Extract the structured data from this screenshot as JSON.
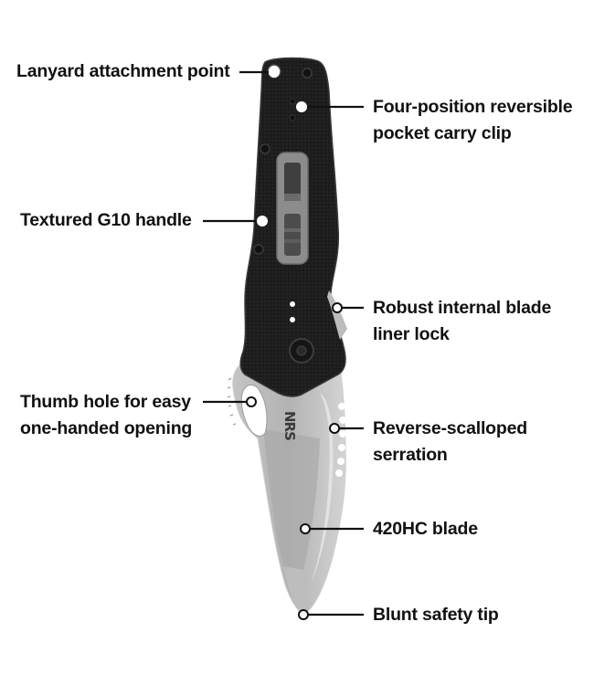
{
  "diagram": {
    "subject": "Folding knife with labeled features",
    "brand_mark": "NRS",
    "colors": {
      "background": "#ffffff",
      "text": "#111111",
      "leader_line": "#111111",
      "handle": "#1c1c1c",
      "handle_edge": "#2e2e2e",
      "clip_insert": "#8a8a8a",
      "blade": "#b9b9b9",
      "blade_edge": "#d8d8d8",
      "blade_shadow": "#a2a2a2"
    },
    "callouts": [
      {
        "id": "lanyard",
        "side": "left",
        "lines": [
          "Lanyard attachment point"
        ]
      },
      {
        "id": "clip",
        "side": "right",
        "lines": [
          "Four-position reversible",
          "pocket carry clip"
        ]
      },
      {
        "id": "handle",
        "side": "left",
        "lines": [
          "Textured G10 handle"
        ]
      },
      {
        "id": "liner-lock",
        "side": "right",
        "lines": [
          "Robust internal blade",
          "liner lock"
        ]
      },
      {
        "id": "thumb-hole",
        "side": "left",
        "lines": [
          "Thumb hole for easy",
          "one-handed opening"
        ]
      },
      {
        "id": "serration",
        "side": "right",
        "lines": [
          "Reverse-scalloped",
          "serration"
        ]
      },
      {
        "id": "blade",
        "side": "right",
        "lines": [
          "420HC blade"
        ]
      },
      {
        "id": "tip",
        "side": "right",
        "lines": [
          "Blunt safety tip"
        ]
      }
    ]
  }
}
